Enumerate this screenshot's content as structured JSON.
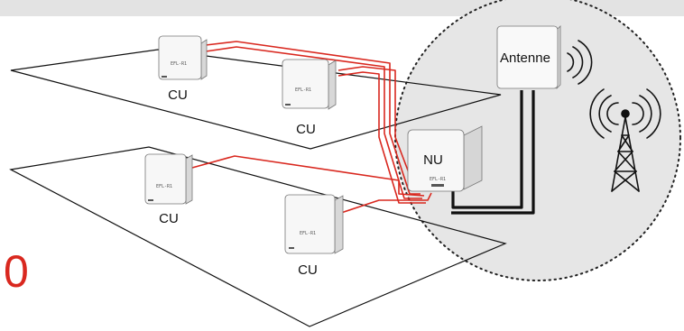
{
  "labels": {
    "cu_1": "CU",
    "cu_2": "CU",
    "cu_3": "CU",
    "cu_4": "CU",
    "nu": "NU",
    "antenne": "Antenne",
    "corner_number": "0"
  },
  "colors": {
    "cable_red": "#d9281f",
    "cable_black": "#111111",
    "zone_fill": "#e6e6e6",
    "topbar": "#e3e3e3"
  },
  "icons": {
    "cell_tower": "radio-tower-icon",
    "antenna_waves": "signal-waves-icon"
  }
}
